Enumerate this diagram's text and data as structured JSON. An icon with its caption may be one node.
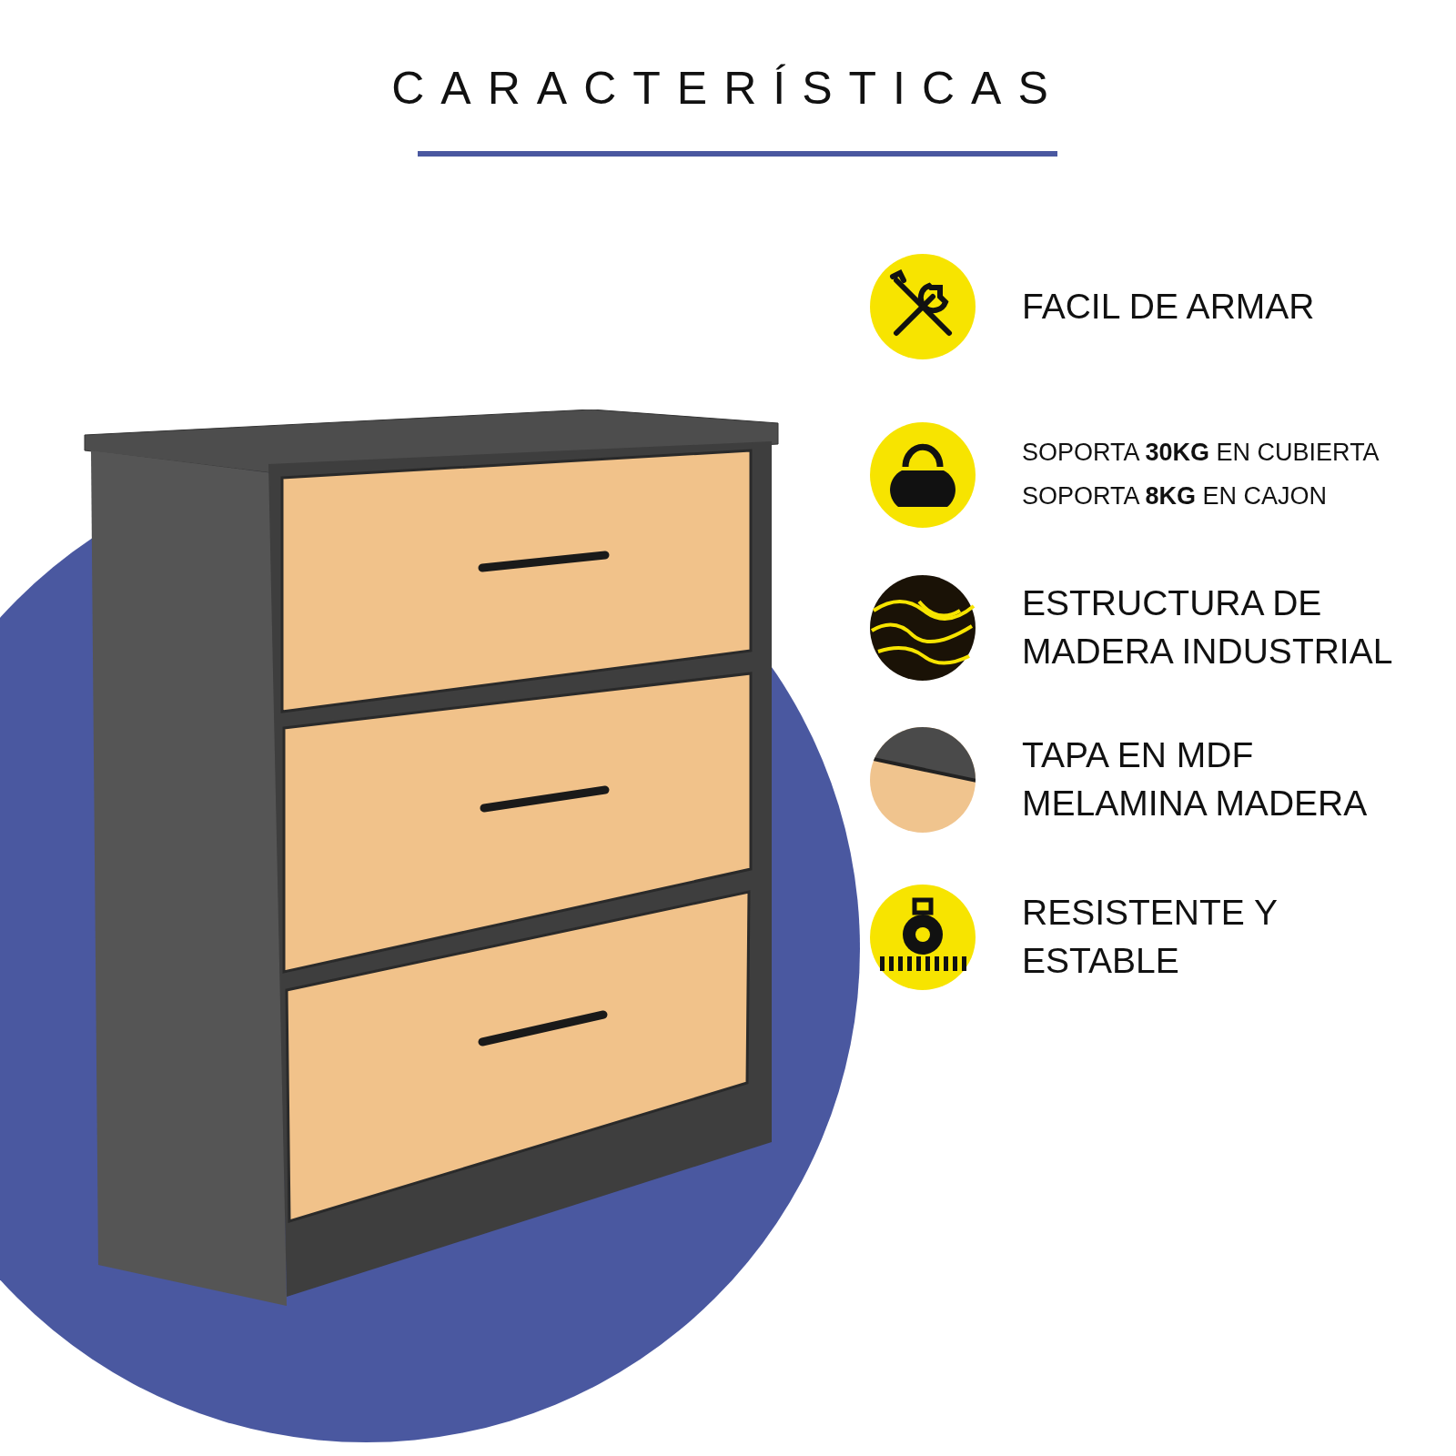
{
  "diagram": {
    "title": "CARACTERÍSTICAS",
    "labels": [
      "FACIL DE ARMAR",
      "SOPORTA **30KG** EN CUBIERTA",
      "SOPORTA **8KG** EN CAJON",
      "ESTRUCTURA DE MADERA INDUSTRIAL",
      "TAPA EN MDF MELAMINA MADERA",
      "RESISTENTE Y ESTABLE"
    ]
  }
}
